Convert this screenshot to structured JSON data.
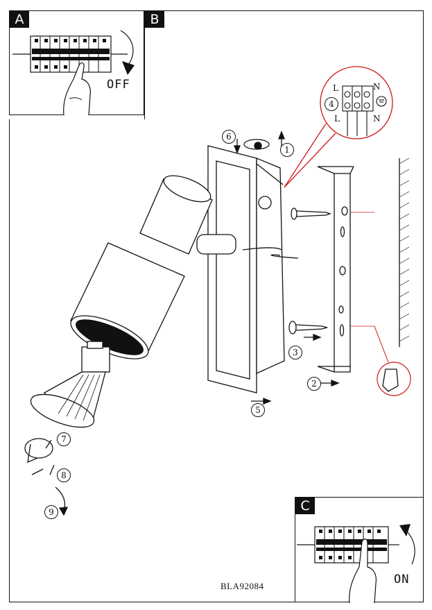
{
  "panels": {
    "a": {
      "tag": "A",
      "action": "OFF"
    },
    "b": {
      "tag": "B",
      "model_code": "BLA92084"
    },
    "c": {
      "tag": "C",
      "action": "ON"
    }
  },
  "terminal_labels": {
    "live": "L",
    "neutral": "N"
  },
  "steps": [
    "1",
    "2",
    "3",
    "4",
    "5",
    "6",
    "7",
    "8",
    "9"
  ],
  "colors": {
    "line": "#111111",
    "callout": "#e02020",
    "background": "#ffffff"
  }
}
